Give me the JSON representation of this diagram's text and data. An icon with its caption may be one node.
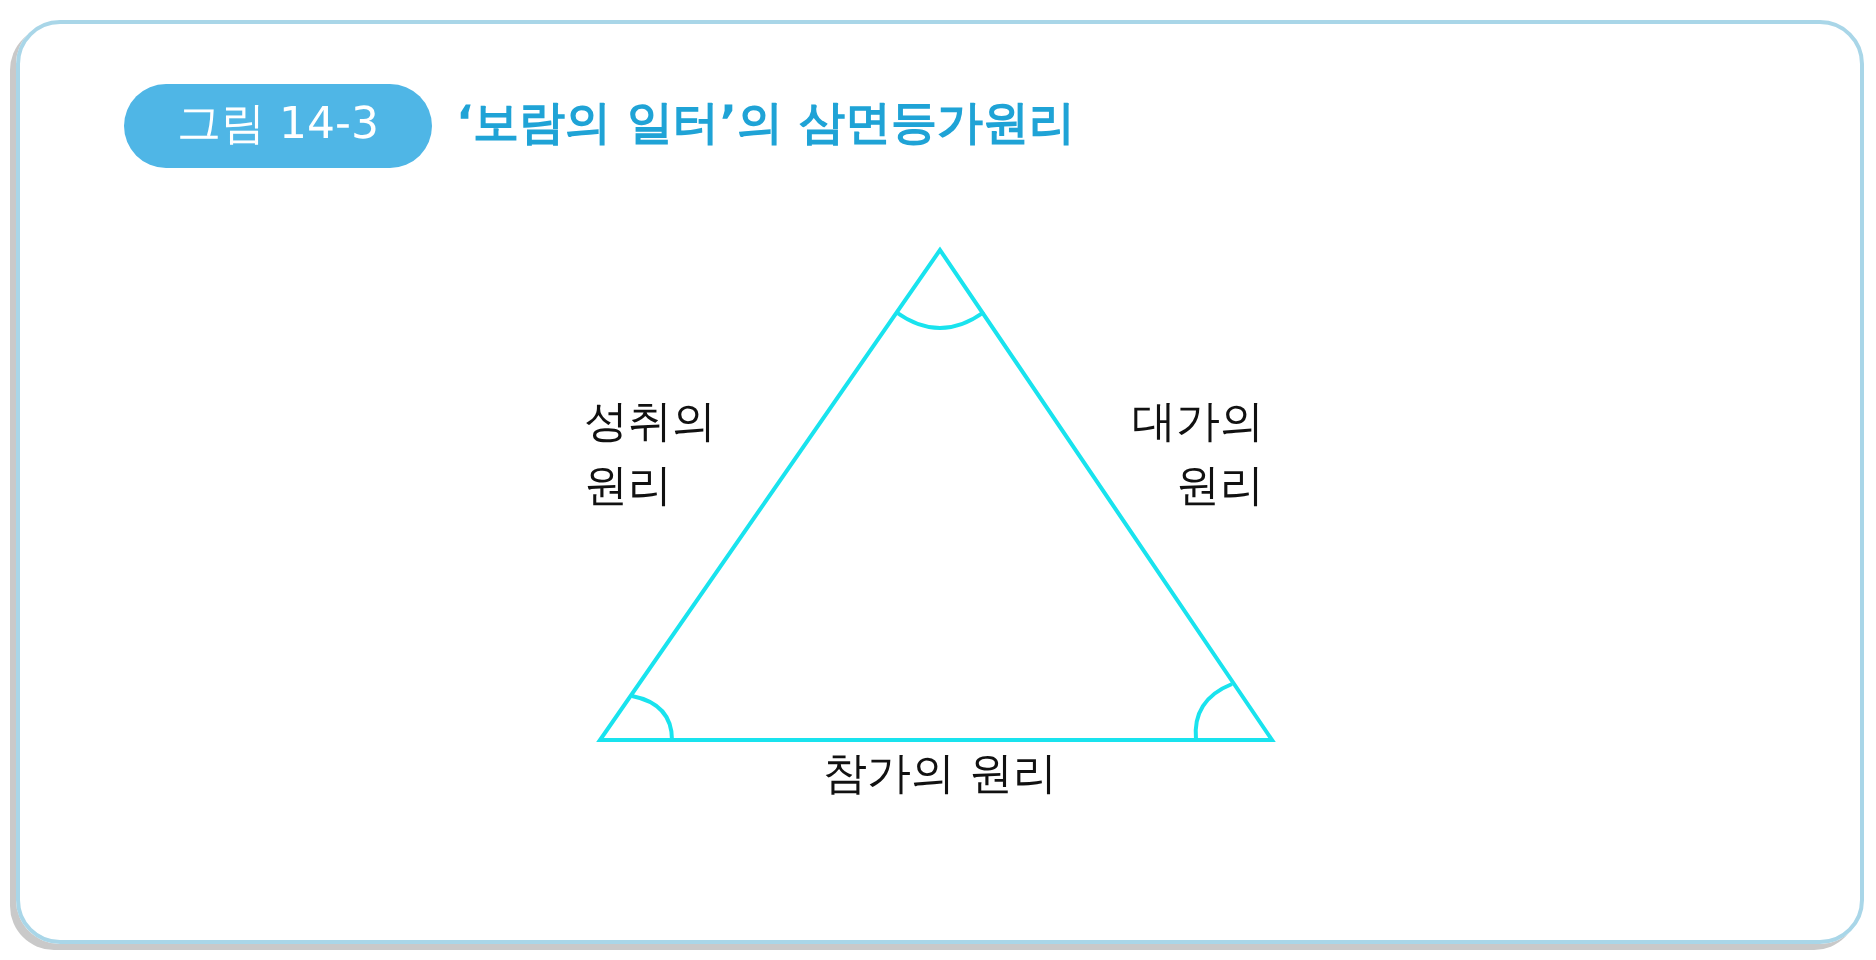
{
  "diagram": {
    "title": "‘보람의 일터’의 삼면등가원리",
    "labels": [
      "그림 14-3",
      "성취의 원리",
      "대가의 원리",
      "참가의 원리"
    ]
  }
}
